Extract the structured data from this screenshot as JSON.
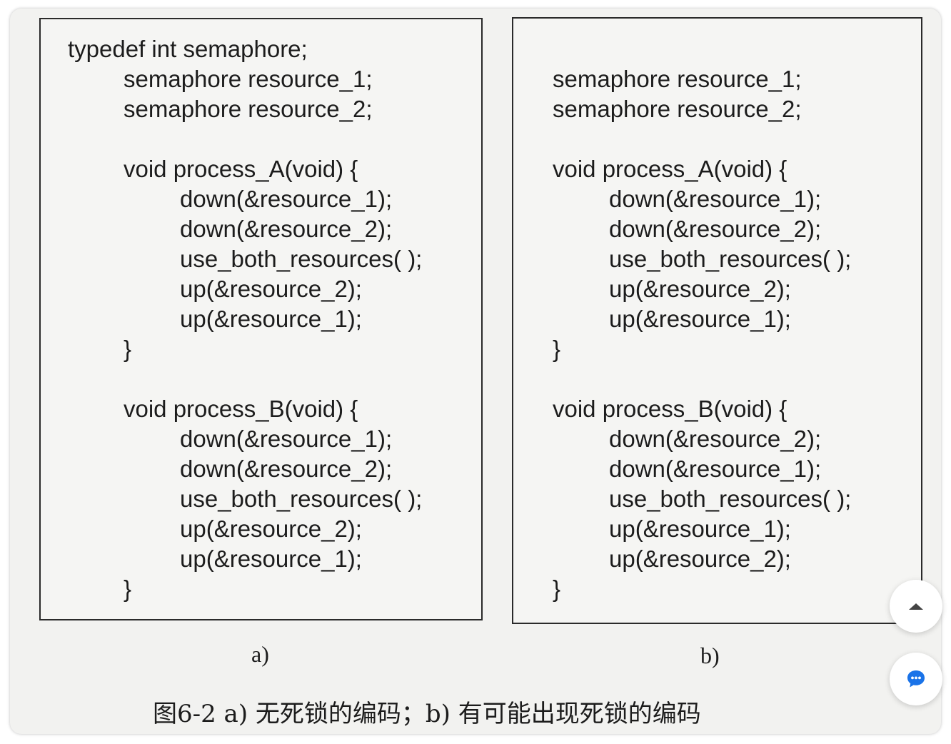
{
  "figure": {
    "panel_a": {
      "lines": [
        "typedef int semaphore;",
        "semaphore resource_1;",
        "semaphore resource_2;",
        "void process_A(void) {",
        "down(&resource_1);",
        "down(&resource_2);",
        "use_both_resources( );",
        "up(&resource_2);",
        "up(&resource_1);",
        "}",
        "void process_B(void) {",
        "down(&resource_1);",
        "down(&resource_2);",
        "use_both_resources( );",
        "up(&resource_2);",
        "up(&resource_1);",
        "}"
      ],
      "label": "a)"
    },
    "panel_b": {
      "lines": [
        "semaphore resource_1;",
        "semaphore resource_2;",
        "void process_A(void) {",
        "down(&resource_1);",
        "down(&resource_2);",
        "use_both_resources( );",
        "up(&resource_2);",
        "up(&resource_1);",
        "}",
        "void process_B(void) {",
        "down(&resource_2);",
        "down(&resource_1);",
        "use_both_resources( );",
        "up(&resource_1);",
        "up(&resource_2);",
        "}"
      ],
      "label": "b)"
    },
    "caption": "图6-2   a) 无死锁的编码；b) 有可能出现死锁的编码"
  },
  "controls": {
    "scroll_top_icon": "triangle-up-icon",
    "chat_icon": "chat-bubble-icon",
    "accent_color": "#1a73e8"
  }
}
